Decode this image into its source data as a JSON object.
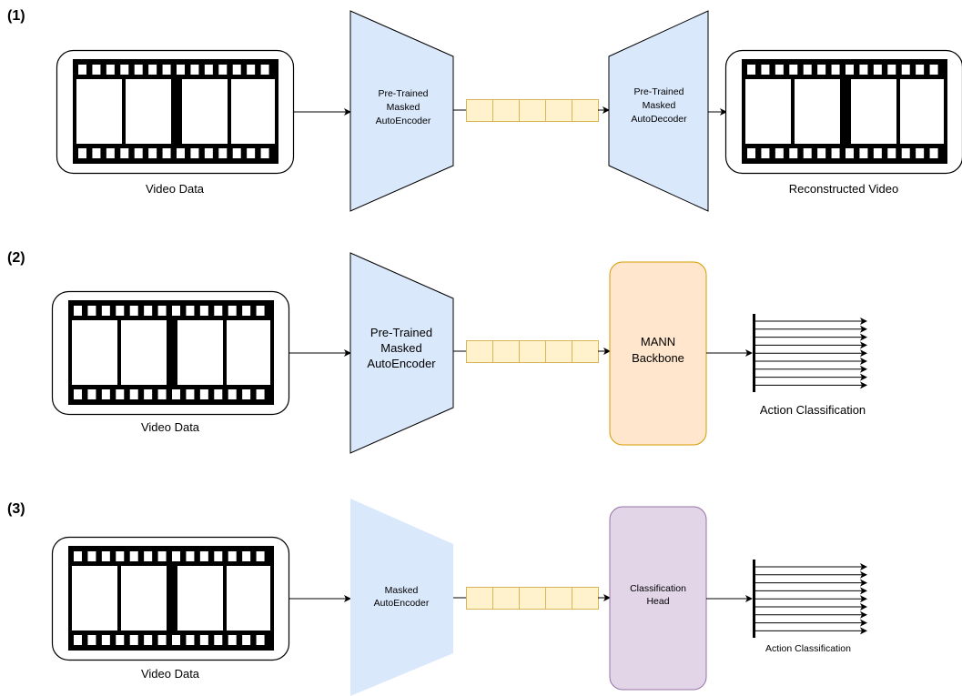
{
  "colors": {
    "encoder_fill": "#dae8fc",
    "encoder_stroke": "#6c8ebf",
    "latent_fill": "#fff2cc",
    "latent_stroke": "#d6b656",
    "backbone_fill": "#ffe6cc",
    "backbone_stroke": "#d79b00",
    "head_fill": "#e1d5e7",
    "head_stroke": "#9673a6",
    "line": "#000000"
  },
  "panels": [
    {
      "number": "(1)",
      "input_caption": "Video Data",
      "encoder_label": [
        "Pre-Trained",
        "Masked",
        "AutoEncoder"
      ],
      "decoder_label": [
        "Pre-Trained",
        "Masked",
        "AutoDecoder"
      ],
      "output_caption": "Reconstructed Video"
    },
    {
      "number": "(2)",
      "input_caption": "Video Data",
      "encoder_label": [
        "Pre-Trained",
        "Masked",
        "AutoEncoder"
      ],
      "block_label": [
        "MANN",
        "Backbone"
      ],
      "output_caption": "Action Classification"
    },
    {
      "number": "(3)",
      "input_caption": "Video Data",
      "encoder_label": [
        "Masked",
        "AutoEncoder"
      ],
      "block_label": [
        "Classification",
        "Head"
      ],
      "output_caption": "Action Classification"
    }
  ]
}
